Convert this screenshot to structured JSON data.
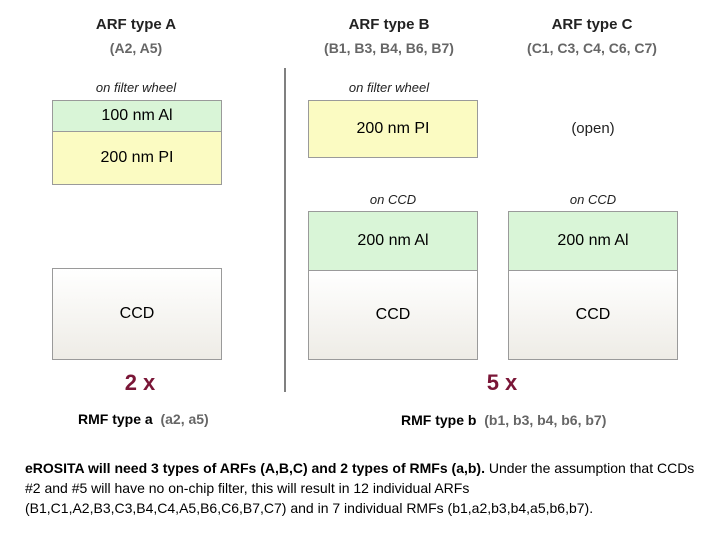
{
  "columns": {
    "a": {
      "title": "ARF type A",
      "subtitle": "(A2, A5)",
      "note_wheel": "on filter wheel",
      "layer1": "100 nm Al",
      "layer2": "200 nm PI",
      "ccd": "CCD"
    },
    "b": {
      "title": "ARF type B",
      "subtitle": "(B1, B3, B4, B6, B7)",
      "note_wheel": "on filter wheel",
      "filter": "200 nm PI",
      "note_ccd": "on CCD",
      "layer": "200 nm Al",
      "ccd": "CCD"
    },
    "c": {
      "title": "ARF type C",
      "subtitle": "(C1, C3, C4, C6, C7)",
      "open": "(open)",
      "note_ccd": "on CCD",
      "layer": "200 nm Al",
      "ccd": "CCD"
    }
  },
  "multipliers": {
    "left": "2 x",
    "right": "5 x"
  },
  "rmf": {
    "a_label": "RMF type a",
    "a_list": "(a2, a5)",
    "b_label": "RMF type b",
    "b_list": "(b1, b3, b4, b6, b7)"
  },
  "paragraph": {
    "bold": "eROSITA will need 3 types of ARFs (A,B,C) and 2 types of RMFs (a,b).",
    "rest": " Under the assumption that CCDs #2 and #5 will have no on-chip filter, this will result in 12 individual ARFs (B1,C1,A2,B3,C3,B4,C4,A5,B6,C6,B7,C7) and in 7 individual RMFs (b1,a2,b3,b4,a5,b6,b7)."
  },
  "colors": {
    "green_layer": "#d9f5d7",
    "yellow_layer": "#fbfbc2",
    "multiplier": "#7a1637"
  }
}
